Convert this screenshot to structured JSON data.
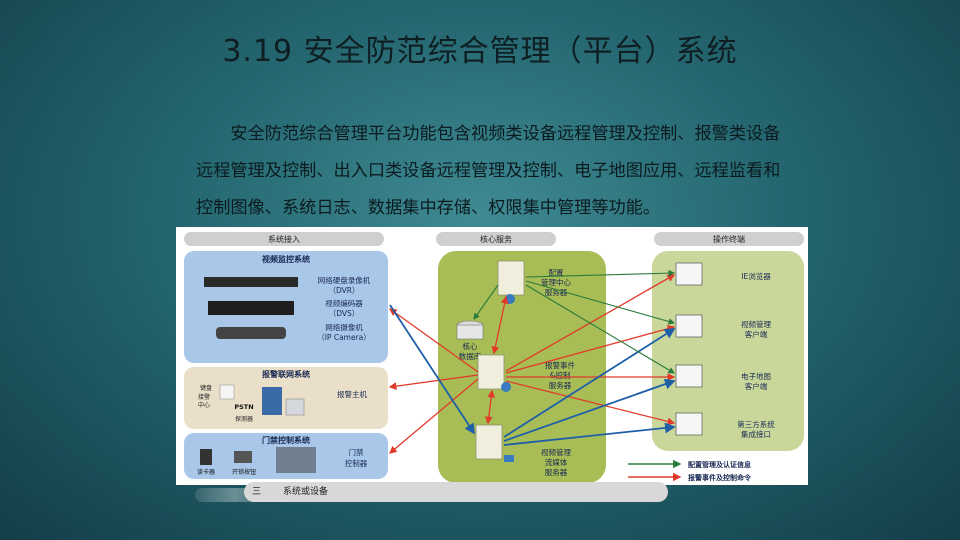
{
  "slide": {
    "title": "3.19 安全防范综合管理（平台）系统",
    "body": "安全防范综合管理平台功能包含视频类设备远程管理及控制、报警类设备远程管理及控制、出入口类设备远程管理及控制、电子地图应用、远程监看和控制图像、系统日志、数据集中存储、权限集中管理等功能。"
  },
  "diagram": {
    "col_headers": [
      "系统接入",
      "核心服务",
      "操作终端"
    ],
    "video_group": {
      "title": "视频监控系统",
      "items": [
        "网络硬盘录像机",
        "（DVR）",
        "视频编码器",
        "（DVS）",
        "网络摄像机",
        "（IP Camera）"
      ]
    },
    "alarm_group": {
      "title": "报警联网系统",
      "labels": [
        "键盘",
        "接警",
        "中心",
        "PSTN",
        "探测器",
        "报警主机"
      ]
    },
    "access_group": {
      "title": "门禁控制系统",
      "labels": [
        "读卡器",
        "开锁按钮",
        "门禁",
        "控制器"
      ]
    },
    "core": {
      "config_server": [
        "配置",
        "管理中心",
        "服务器"
      ],
      "database": [
        "核心",
        "数据库"
      ],
      "alarm_server": [
        "报警事件",
        "&控制",
        "服务器"
      ],
      "media_server": [
        "视频管理",
        "流媒体",
        "服务器"
      ]
    },
    "terminals": [
      [
        "IE浏览器"
      ],
      [
        "视频管理",
        "客户端"
      ],
      [
        "电子地图",
        "客户端"
      ],
      [
        "第三方系统",
        "集成接口"
      ]
    ],
    "legend": [
      "配置管理及认证信息",
      "报警事件及控制命令"
    ],
    "footer": [
      "三",
      "系统或设备"
    ],
    "colors": {
      "group_blue": "#a9c7e9",
      "alarm_beige": "#eadfc8",
      "core_green": "#a8bd55",
      "terminal_green": "#c9d79a",
      "arrow_red": "#e03a2a",
      "arrow_blue": "#1f5fa8",
      "arrow_green": "#2a7a3a"
    }
  }
}
